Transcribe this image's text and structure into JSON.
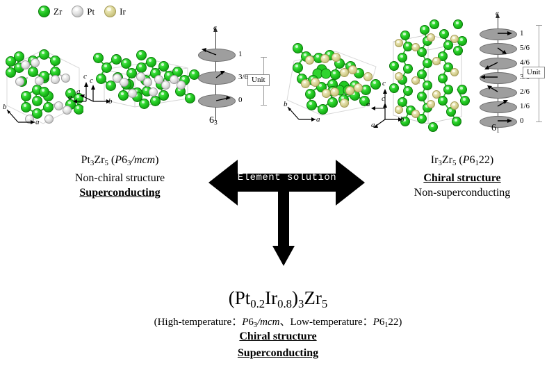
{
  "legend": {
    "items": [
      {
        "name": "Zr",
        "label": "Zr",
        "color": "#1fc21f",
        "icon": "sphere-icon"
      },
      {
        "name": "Pt",
        "label": "Pt",
        "color": "#e2e2e2",
        "icon": "sphere-icon"
      },
      {
        "name": "Ir",
        "label": "Ir",
        "color": "#dcd79a",
        "icon": "sphere-icon"
      }
    ]
  },
  "axes": {
    "a": "a",
    "b": "b",
    "c": "c"
  },
  "screw_left": {
    "axis_label": "c",
    "symbol_base": "6",
    "symbol_sub": "3",
    "levels": [
      "1",
      "3/6",
      "0"
    ],
    "unit_label": "Unit"
  },
  "screw_right": {
    "axis_label": "c",
    "symbol_base": "6",
    "symbol_sub": "1",
    "levels": [
      "1",
      "5/6",
      "4/6",
      "3/6",
      "2/6",
      "1/6",
      "0"
    ],
    "unit_label": "Unit"
  },
  "left_caption": {
    "formula_pre": "Pt",
    "formula_sub1": "3",
    "formula_mid": "Zr",
    "formula_sub2": "5",
    "spacegroup_open": " (",
    "spacegroup_P": "P",
    "spacegroup_6": "6",
    "spacegroup_sub": "3",
    "spacegroup_rest": "/mcm",
    "spacegroup_close": ")",
    "line2": "Non-chiral structure",
    "line3": "Superconducting"
  },
  "right_caption": {
    "formula_pre": "Ir",
    "formula_sub1": "3",
    "formula_mid": "Zr",
    "formula_sub2": "5",
    "spacegroup_open": " (",
    "spacegroup_P": "P",
    "spacegroup_6": "6",
    "spacegroup_sub": "1",
    "spacegroup_rest": "22",
    "spacegroup_close": ")",
    "line2": "Chiral structure",
    "line3": "Non-superconducting"
  },
  "arrow": {
    "label": "Element solution"
  },
  "bottom": {
    "formula_open": "(Pt",
    "formula_sub_pt": "0.2",
    "formula_ir": "Ir",
    "formula_sub_ir": "0.8",
    "formula_close": ")",
    "formula_sub3": "3",
    "formula_zr": "Zr",
    "formula_sub5": "5",
    "subcaption_open": "(High-temperature",
    "subcaption_colon1": "：",
    "subcaption_sg1_P": "P",
    "subcaption_sg1_6": "6",
    "subcaption_sg1_sub": "3",
    "subcaption_sg1_rest": "/mcm",
    "subcaption_sep": "、",
    "subcaption_low": "Low-temperature",
    "subcaption_colon2": "：",
    "subcaption_sg2_P": "P",
    "subcaption_sg2_6": "6",
    "subcaption_sg2_sub": "1",
    "subcaption_sg2_rest": "22",
    "subcaption_close": ")",
    "chiral": "Chiral structure",
    "superconducting": "Superconducting"
  },
  "colors": {
    "zr": "#1fc21f",
    "pt": "#e2e2e2",
    "ir": "#dcd79a",
    "arrow": "#000000",
    "disc": "#9e9e9e"
  }
}
